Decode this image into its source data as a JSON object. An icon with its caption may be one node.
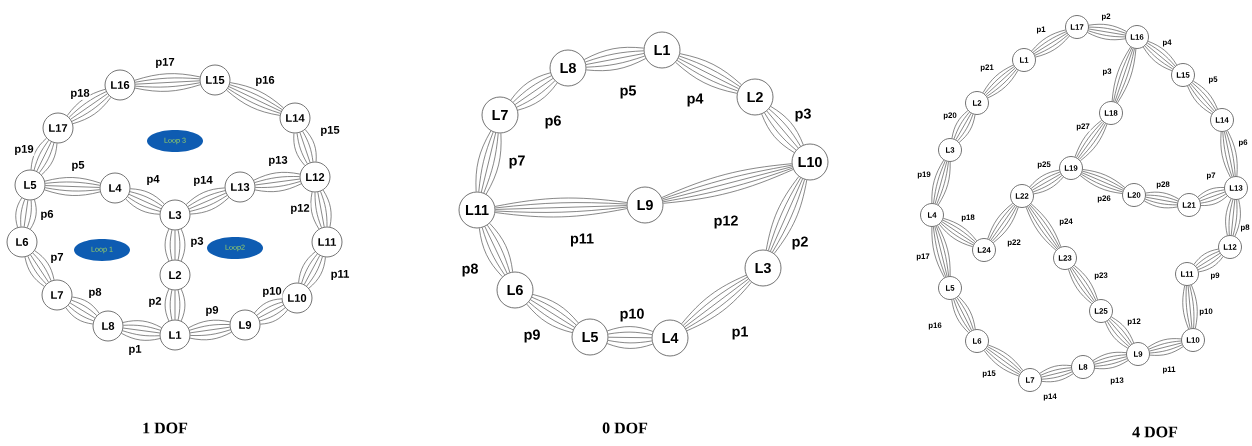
{
  "diagram": {
    "nodes": [
      {
        "text": [
          "L1"
        ]
      },
      {
        "text": [
          "L2"
        ]
      },
      {
        "text": [
          "L3"
        ]
      },
      {
        "text": [
          "L4"
        ]
      },
      {
        "text": [
          "L5"
        ]
      },
      {
        "text": [
          "L6"
        ]
      },
      {
        "text": [
          "L7"
        ]
      },
      {
        "text": [
          "L8"
        ]
      },
      {
        "text": [
          "L9"
        ]
      },
      {
        "text": [
          "L10"
        ]
      },
      {
        "text": [
          "L11"
        ]
      },
      {
        "text": [
          "L12"
        ]
      },
      {
        "text": [
          "L13"
        ]
      },
      {
        "text": [
          "L14"
        ]
      },
      {
        "text": [
          "L15"
        ]
      },
      {
        "text": [
          "L16"
        ]
      },
      {
        "text": [
          "L17"
        ]
      },
      {
        "text": [
          "Loop 1"
        ]
      },
      {
        "text": [
          "Loop2"
        ]
      },
      {
        "text": [
          "Loop 3"
        ]
      },
      {
        "text": [
          "L1"
        ]
      },
      {
        "text": [
          "L2"
        ]
      },
      {
        "text": [
          "L3"
        ]
      },
      {
        "text": [
          "L4"
        ]
      },
      {
        "text": [
          "L5"
        ]
      },
      {
        "text": [
          "L6"
        ]
      },
      {
        "text": [
          "L7"
        ]
      },
      {
        "text": [
          "L8"
        ]
      },
      {
        "text": [
          "L9"
        ]
      },
      {
        "text": [
          "L10"
        ]
      },
      {
        "text": [
          "L11"
        ]
      },
      {
        "text": [
          "L1"
        ]
      },
      {
        "text": [
          "L2"
        ]
      },
      {
        "text": [
          "L3"
        ]
      },
      {
        "text": [
          "L4"
        ]
      },
      {
        "text": [
          "L5"
        ]
      },
      {
        "text": [
          "L6"
        ]
      },
      {
        "text": [
          "L7"
        ]
      },
      {
        "text": [
          "L8"
        ]
      },
      {
        "text": [
          "L9"
        ]
      },
      {
        "text": [
          "L10"
        ]
      },
      {
        "text": [
          "L11"
        ]
      },
      {
        "text": [
          "L12"
        ]
      },
      {
        "text": [
          "L13"
        ]
      },
      {
        "text": [
          "L14"
        ]
      },
      {
        "text": [
          "L15"
        ]
      },
      {
        "text": [
          "L16"
        ]
      },
      {
        "text": [
          "L17"
        ]
      },
      {
        "text": [
          "L18"
        ]
      },
      {
        "text": [
          "L19"
        ]
      },
      {
        "text": [
          "L20"
        ]
      },
      {
        "text": [
          "L21"
        ]
      },
      {
        "text": [
          "L22"
        ]
      },
      {
        "text": [
          "L23"
        ]
      },
      {
        "text": [
          "L24"
        ]
      },
      {
        "text": [
          "L25"
        ]
      }
    ],
    "edges": [
      {
        "from": 7,
        "to": 0,
        "arrow": "none",
        "label": "p1"
      },
      {
        "from": 0,
        "to": 1,
        "arrow": "none",
        "label": "p2"
      },
      {
        "from": 1,
        "to": 2,
        "arrow": "none",
        "label": "p3"
      },
      {
        "from": 3,
        "to": 2,
        "arrow": "none",
        "label": "p4"
      },
      {
        "from": 4,
        "to": 3,
        "arrow": "none",
        "label": "p5"
      },
      {
        "from": 4,
        "to": 5,
        "arrow": "none",
        "label": "p6"
      },
      {
        "from": 5,
        "to": 6,
        "arrow": "none",
        "label": "p7"
      },
      {
        "from": 6,
        "to": 7,
        "arrow": "none",
        "label": "p8"
      },
      {
        "from": 0,
        "to": 8,
        "arrow": "none",
        "label": "p9"
      },
      {
        "from": 8,
        "to": 9,
        "arrow": "none",
        "label": "p10"
      },
      {
        "from": 9,
        "to": 10,
        "arrow": "none",
        "label": "p11"
      },
      {
        "from": 10,
        "to": 11,
        "arrow": "none",
        "label": "p12"
      },
      {
        "from": 12,
        "to": 11,
        "arrow": "none",
        "label": "p13"
      },
      {
        "from": 2,
        "to": 12,
        "arrow": "none",
        "label": "p14"
      },
      {
        "from": 11,
        "to": 13,
        "arrow": "none",
        "label": "p15"
      },
      {
        "from": 13,
        "to": 14,
        "arrow": "none",
        "label": "p16"
      },
      {
        "from": 14,
        "to": 15,
        "arrow": "none",
        "label": "p17"
      },
      {
        "from": 15,
        "to": 16,
        "arrow": "none",
        "label": "p18"
      },
      {
        "from": 16,
        "to": 4,
        "arrow": "none",
        "label": "p19"
      },
      {
        "from": 22,
        "to": 23,
        "arrow": "none",
        "label": "p1"
      },
      {
        "from": 29,
        "to": 22,
        "arrow": "none",
        "label": "p2"
      },
      {
        "from": 21,
        "to": 29,
        "arrow": "none",
        "label": "p3"
      },
      {
        "from": 20,
        "to": 21,
        "arrow": "none",
        "label": "p4"
      },
      {
        "from": 27,
        "to": 20,
        "arrow": "none",
        "label": "p5"
      },
      {
        "from": 26,
        "to": 27,
        "arrow": "none",
        "label": "p6"
      },
      {
        "from": 26,
        "to": 30,
        "arrow": "none",
        "label": "p7"
      },
      {
        "from": 30,
        "to": 25,
        "arrow": "none",
        "label": "p8"
      },
      {
        "from": 25,
        "to": 24,
        "arrow": "none",
        "label": "p9"
      },
      {
        "from": 24,
        "to": 23,
        "arrow": "none",
        "label": "p10"
      },
      {
        "from": 30,
        "to": 28,
        "arrow": "none",
        "label": "p11"
      },
      {
        "from": 28,
        "to": 29,
        "arrow": "none",
        "label": "p12"
      },
      {
        "from": 47,
        "to": 31,
        "arrow": "none",
        "label": "p1"
      },
      {
        "from": 47,
        "to": 46,
        "arrow": "none",
        "label": "p2"
      },
      {
        "from": 46,
        "to": 48,
        "arrow": "none",
        "label": "p3"
      },
      {
        "from": 46,
        "to": 45,
        "arrow": "none",
        "label": "p4"
      },
      {
        "from": 45,
        "to": 44,
        "arrow": "none",
        "label": "p5"
      },
      {
        "from": 44,
        "to": 43,
        "arrow": "none",
        "label": "p6"
      },
      {
        "from": 51,
        "to": 43,
        "arrow": "none",
        "label": "p7"
      },
      {
        "from": 43,
        "to": 42,
        "arrow": "none",
        "label": "p8"
      },
      {
        "from": 42,
        "to": 41,
        "arrow": "none",
        "label": "p9"
      },
      {
        "from": 41,
        "to": 40,
        "arrow": "none",
        "label": "p10"
      },
      {
        "from": 40,
        "to": 39,
        "arrow": "none",
        "label": "p11"
      },
      {
        "from": 55,
        "to": 39,
        "arrow": "none",
        "label": "p12"
      },
      {
        "from": 39,
        "to": 38,
        "arrow": "none",
        "label": "p13"
      },
      {
        "from": 38,
        "to": 37,
        "arrow": "none",
        "label": "p14"
      },
      {
        "from": 37,
        "to": 36,
        "arrow": "none",
        "label": "p15"
      },
      {
        "from": 36,
        "to": 35,
        "arrow": "none",
        "label": "p16"
      },
      {
        "from": 35,
        "to": 34,
        "arrow": "none",
        "label": "p17"
      },
      {
        "from": 34,
        "to": 54,
        "arrow": "none",
        "label": "p18"
      },
      {
        "from": 34,
        "to": 33,
        "arrow": "none",
        "label": "p19"
      },
      {
        "from": 33,
        "to": 32,
        "arrow": "none",
        "label": "p20"
      },
      {
        "from": 32,
        "to": 31,
        "arrow": "none",
        "label": "p21"
      },
      {
        "from": 54,
        "to": 52,
        "arrow": "none",
        "label": "p22"
      },
      {
        "from": 53,
        "to": 55,
        "arrow": "none",
        "label": "p23"
      },
      {
        "from": 52,
        "to": 53,
        "arrow": "none",
        "label": "p24"
      },
      {
        "from": 49,
        "to": 52,
        "arrow": "none",
        "label": "p25"
      },
      {
        "from": 49,
        "to": 50,
        "arrow": "none",
        "label": "p26"
      },
      {
        "from": 48,
        "to": 49,
        "arrow": "none",
        "label": "p27"
      },
      {
        "from": 50,
        "to": 51,
        "arrow": "none",
        "label": "p28"
      }
    ],
    "labels": [
      "1 DOF",
      "0 DOF",
      "4 DOF"
    ]
  }
}
